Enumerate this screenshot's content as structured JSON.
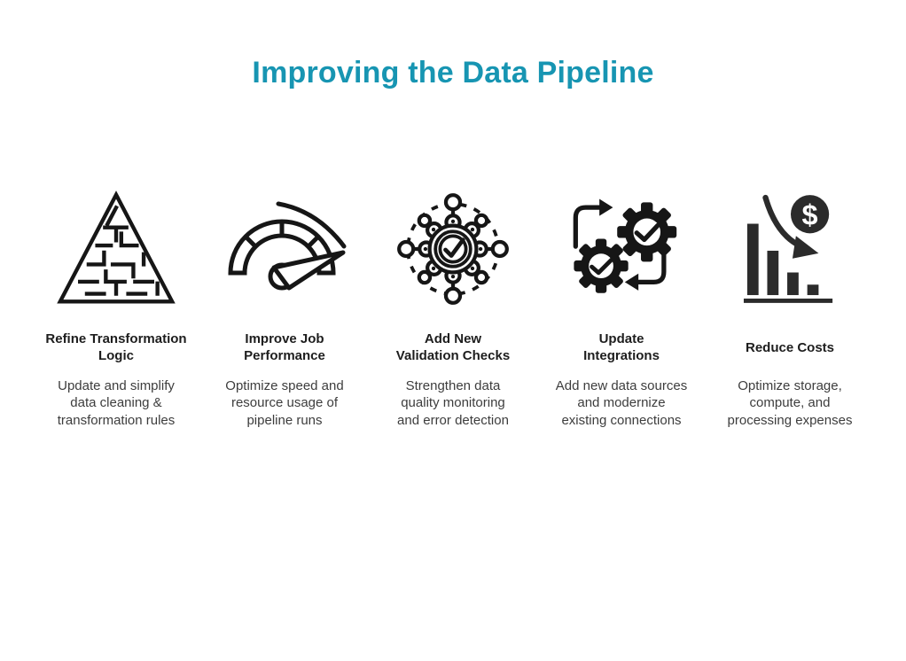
{
  "title": "Improving the Data Pipeline",
  "colors": {
    "background": "#ffffff",
    "title_teal": "#1795b2",
    "heading_text": "#1d1d1d",
    "body_text": "#3d3d3d",
    "icon_black": "#161616"
  },
  "columns": [
    {
      "icon": "maze-pyramid-icon",
      "heading": "Refine Transformation\nLogic",
      "description": "Update and simplify\ndata cleaning &\ntransformation rules"
    },
    {
      "icon": "speedometer-icon",
      "heading": "Improve Job\nPerformance",
      "description": "Optimize speed and\nresource usage of\npipeline runs"
    },
    {
      "icon": "validation-network-icon",
      "heading": "Add New\nValidation Checks",
      "description": "Strengthen data\nquality monitoring\nand error detection"
    },
    {
      "icon": "gears-sync-icon",
      "heading": "Update\nIntegrations",
      "description": "Add new data sources\nand modernize\nexisting connections"
    },
    {
      "icon": "cost-decline-icon",
      "heading": "Reduce Costs",
      "description": "Optimize storage,\ncompute, and\nprocessing expenses"
    }
  ]
}
